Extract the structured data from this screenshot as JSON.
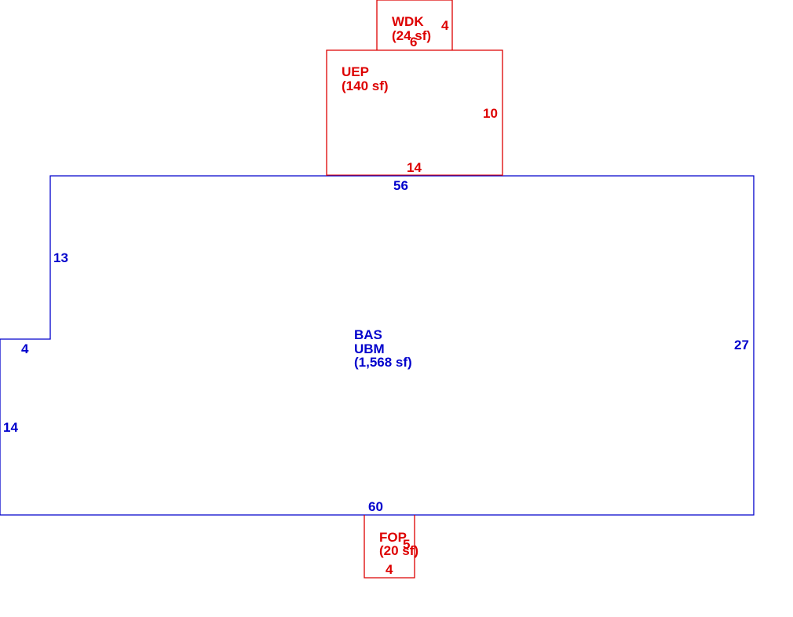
{
  "colors": {
    "main": "#0000cc",
    "additions": "#dd0000"
  },
  "areas": {
    "wdk": {
      "code": "WDK",
      "area": "(24 sf)",
      "dims": [
        "4",
        "6"
      ]
    },
    "uep": {
      "code": "UEP",
      "area": "(140 sf)",
      "dims": [
        "10",
        "14"
      ]
    },
    "bas": {
      "code": "BAS",
      "sub": "UBM",
      "area": "(1,568 sf)",
      "dims": [
        "56",
        "13",
        "4",
        "14",
        "27",
        "60"
      ]
    },
    "fop": {
      "code": "FOP",
      "area": "(20 sf)",
      "dims": [
        "5",
        "4"
      ]
    }
  }
}
